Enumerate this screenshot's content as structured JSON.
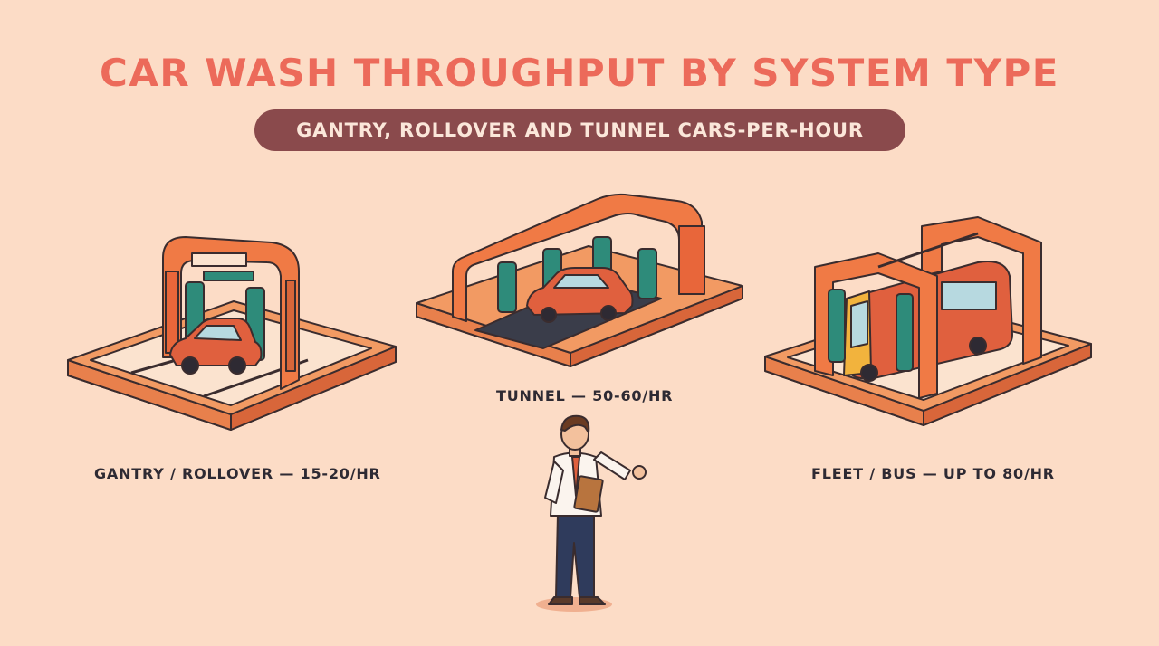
{
  "header": {
    "title": "CAR WASH THROUGHPUT BY SYSTEM TYPE",
    "subtitle": "GANTRY, ROLLOVER AND TUNNEL CARS-PER-HOUR"
  },
  "systems": [
    {
      "label": "GANTRY / ROLLOVER — 15-20/HR",
      "icon": "gantry-wash-icon"
    },
    {
      "label": "TUNNEL — 50-60/HR",
      "icon": "tunnel-wash-icon"
    },
    {
      "label": "FLEET / BUS — UP TO 80/HR",
      "icon": "bus-wash-icon"
    }
  ],
  "presenter": {
    "icon": "presenter-with-clipboard-icon"
  },
  "colors": {
    "background": "#fcdcc6",
    "title": "#ec6a5a",
    "subtitle_pill": "#8a4a4c",
    "frame_orange": "#f07a45",
    "brush_green": "#2e8b7a",
    "car_red": "#e0603e",
    "bus_yellow": "#f2b33d",
    "outline": "#3a2c2e"
  }
}
